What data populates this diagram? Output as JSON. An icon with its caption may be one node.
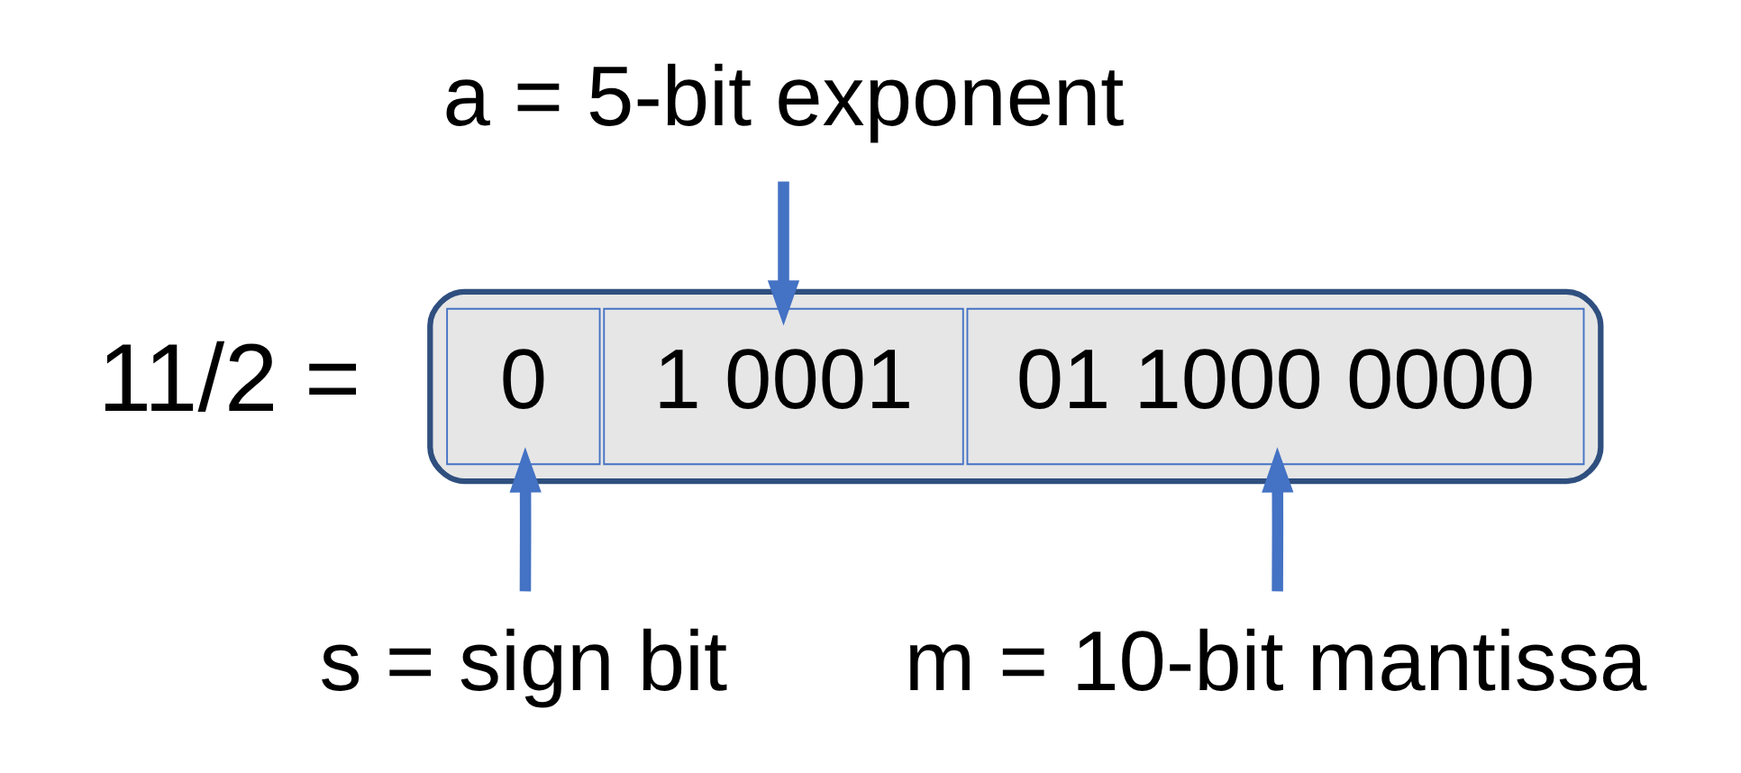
{
  "diagram": {
    "nodes": [
      {
        "text": [],
        "shape": "box",
        "beside": [
          "11/2 ="
        ]
      },
      {
        "text": [
          "0"
        ],
        "in": 0
      },
      {
        "text": [
          "1 0001"
        ],
        "in": 0
      },
      {
        "text": [
          "01 1000 0000"
        ],
        "in": 0
      },
      {
        "text": [
          "a = 5-bit exponent"
        ]
      },
      {
        "text": [
          "s = sign bit"
        ]
      },
      {
        "text": [
          "m = 10-bit mantissa"
        ]
      }
    ],
    "edges": [
      {
        "from": 4,
        "to": 2,
        "arrow": "to"
      },
      {
        "from": 5,
        "to": 1,
        "arrow": "to"
      },
      {
        "from": 6,
        "to": 3,
        "arrow": "to"
      }
    ]
  }
}
